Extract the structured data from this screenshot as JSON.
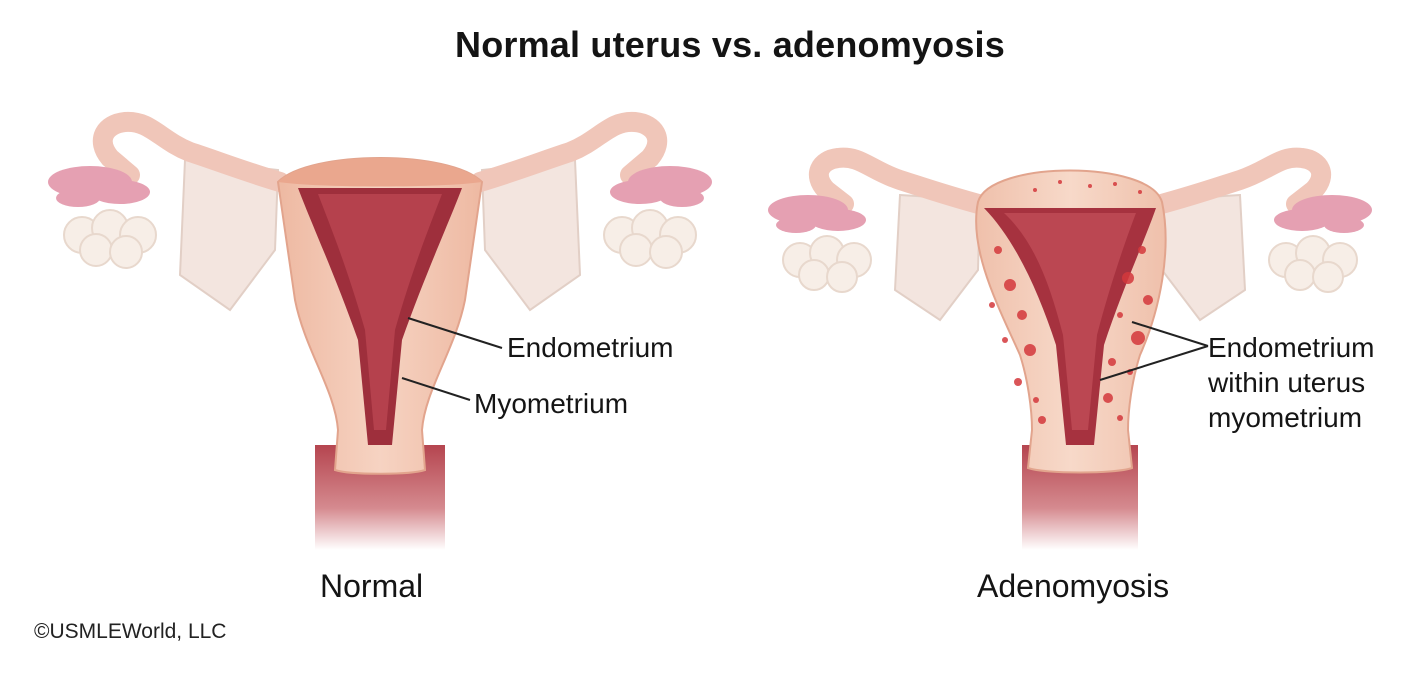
{
  "title": "Normal uterus vs. adenomyosis",
  "panels": {
    "normal": {
      "caption": "Normal",
      "labels": {
        "endometrium": "Endometrium",
        "myometrium": "Myometrium"
      }
    },
    "adenomyosis": {
      "caption": "Adenomyosis",
      "labels": {
        "line1": "Endometrium",
        "line2": "within uterus",
        "line3": "myometrium"
      }
    }
  },
  "copyright": "©USMLEWorld, LLC",
  "colors": {
    "myometrium": "#f2c4ae",
    "endometrium": "#9e2f3c",
    "tube": "#f2cfc3",
    "fimbria": "#e7a5b5",
    "ovary": "#f7efe8",
    "lesion": "#d4383c"
  }
}
